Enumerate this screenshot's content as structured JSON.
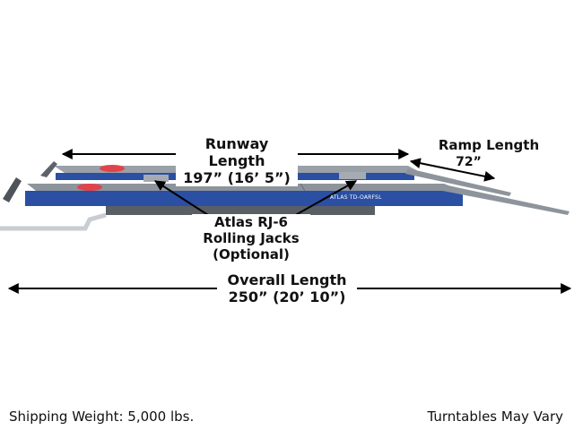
{
  "runway": {
    "line1": "Runway Length",
    "line2": "197” (16’ 5”)"
  },
  "ramp": {
    "line1": "Ramp Length",
    "line2": "72”"
  },
  "jacks": {
    "line1": "Atlas RJ-6",
    "line2": "Rolling Jacks",
    "line3": "(Optional)"
  },
  "overall": {
    "line1": "Overall Length",
    "line2": "250” (20’ 10”)"
  },
  "lift_label": "ATLAS TD-OARFSL",
  "footer": {
    "left": "Shipping Weight: 5,000 lbs.",
    "right": "Turntables May Vary"
  },
  "colors": {
    "lift_blue": "#2a4fa3",
    "runway_top": "#8e949c",
    "turntable": "#e0444a"
  }
}
